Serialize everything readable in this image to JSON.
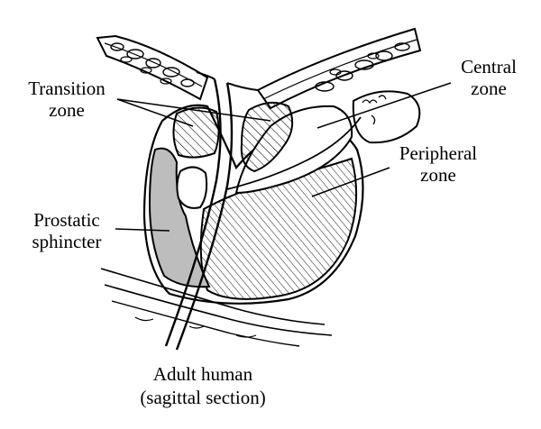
{
  "labels": {
    "transition": {
      "line1": "Transition",
      "line2": "zone"
    },
    "central": {
      "line1": "Central",
      "line2": "zone"
    },
    "peripheral": {
      "line1": "Peripheral",
      "line2": "zone"
    },
    "sphincter": {
      "line1": "Prostatic",
      "line2": "sphincter"
    }
  },
  "caption": {
    "line1": "Adult human",
    "line2": "(sagittal section)"
  },
  "colors": {
    "ink": "#000000",
    "sphincter_fill": "#bdbdbd",
    "background": "#ffffff"
  }
}
